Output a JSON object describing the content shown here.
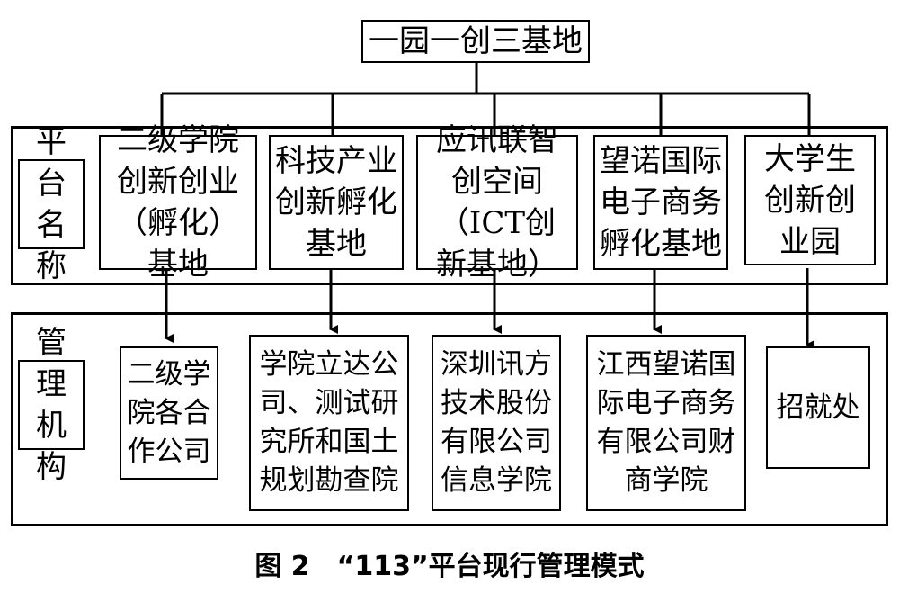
{
  "root": "一园一创三基地",
  "platform_group_label": "平台名称",
  "management_group_label": "管理机构",
  "platforms": [
    "二级学院创新创业（孵化）基地",
    "科技产业创新孵化基地",
    "应讯联智创空间（ICT创新基地）",
    "望诺国际电子商务孵化基地",
    "大学生创新创业园"
  ],
  "managers": [
    "二级学院各合作公司",
    "学院立达公司、测试研究所和国土规划勘查院",
    "深圳讯方技术股份有限公司信息学院",
    "江西望诺国际电子商务有限公司财商学院",
    "招就处"
  ],
  "caption": "图 2　“113”平台现行管理模式"
}
